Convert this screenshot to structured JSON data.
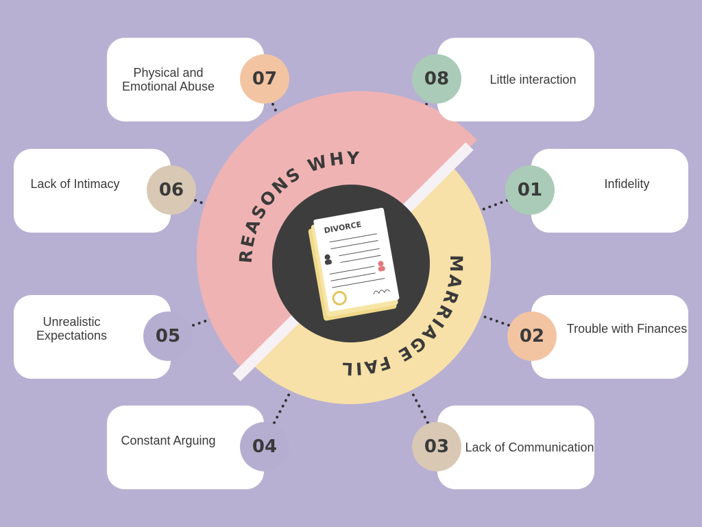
{
  "title": {
    "line1": "REASONS WHY",
    "line2": "MARRIAGE FAIL"
  },
  "document_icon": {
    "label": "DIVORCE"
  },
  "colors": {
    "background": "#b8b0d2",
    "pink": "#f0b3b3",
    "yellow": "#f7e1a8",
    "dark": "#3d3d3d",
    "peach": "#f3c4a2",
    "green": "#a9cbb7",
    "tan": "#d8c8b4",
    "lavender": "#b5aed0"
  },
  "reasons": [
    {
      "number": "01",
      "label": "Infidelity"
    },
    {
      "number": "02",
      "label": "Trouble with Finances"
    },
    {
      "number": "03",
      "label": "Lack of Communication"
    },
    {
      "number": "04",
      "label": "Constant Arguing"
    },
    {
      "number": "05",
      "label": "Unrealistic Expectations"
    },
    {
      "number": "06",
      "label": "Lack of Intimacy"
    },
    {
      "number": "07",
      "label": "Physical and Emotional Abuse"
    },
    {
      "number": "08",
      "label": "Little interaction"
    }
  ]
}
